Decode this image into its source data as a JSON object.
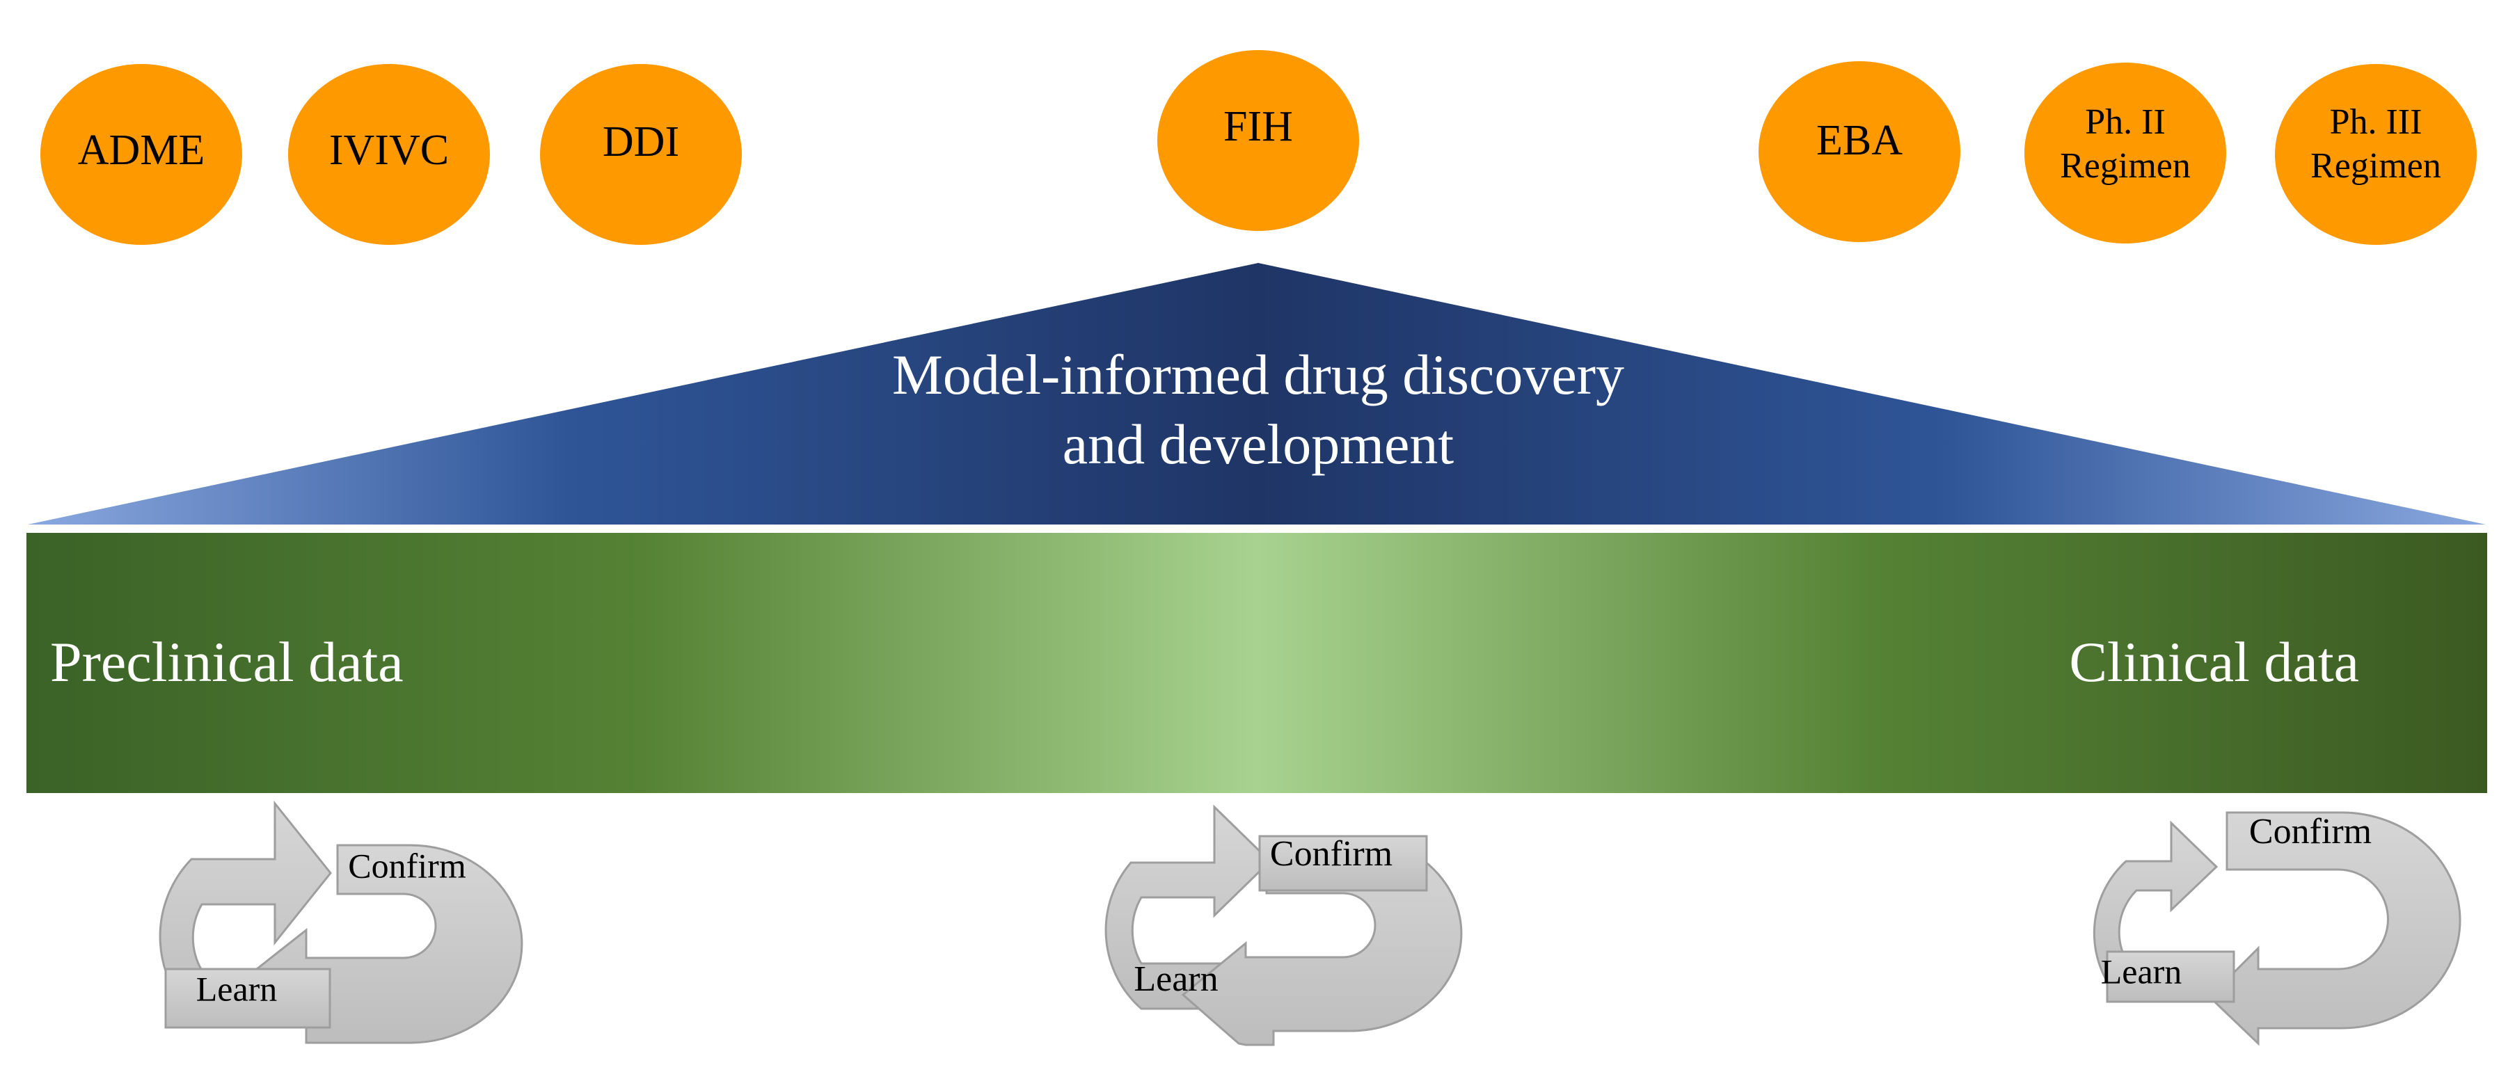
{
  "milestones": {
    "adme": "ADME",
    "ivivc": "IVIVC",
    "ddi": "DDI",
    "fih": "FIH",
    "eba": "EBA",
    "ph2": [
      "Ph. II",
      "Regimen"
    ],
    "ph3": [
      "Ph. III",
      "Regimen"
    ]
  },
  "triangle": {
    "lines": [
      "Model-informed drug discovery",
      "and development"
    ]
  },
  "bar": {
    "left_label": "Preclinical data",
    "right_label": "Clinical data"
  },
  "cycles": {
    "left": {
      "confirm": "Confirm",
      "learn": "Learn"
    },
    "center": {
      "confirm": "Confirm",
      "learn": "Learn"
    },
    "right": {
      "confirm": "Confirm",
      "learn": "Learn"
    }
  },
  "colors": {
    "milestone_fill": "#FF9900",
    "triangle_dark": "#22386b",
    "triangle_light": "#7b9bd6",
    "bar_dark": "#3a5f24",
    "bar_light": "#a6d08c",
    "cycle_fill": "#c8c8c8",
    "cycle_stroke": "#a0a0a0"
  }
}
